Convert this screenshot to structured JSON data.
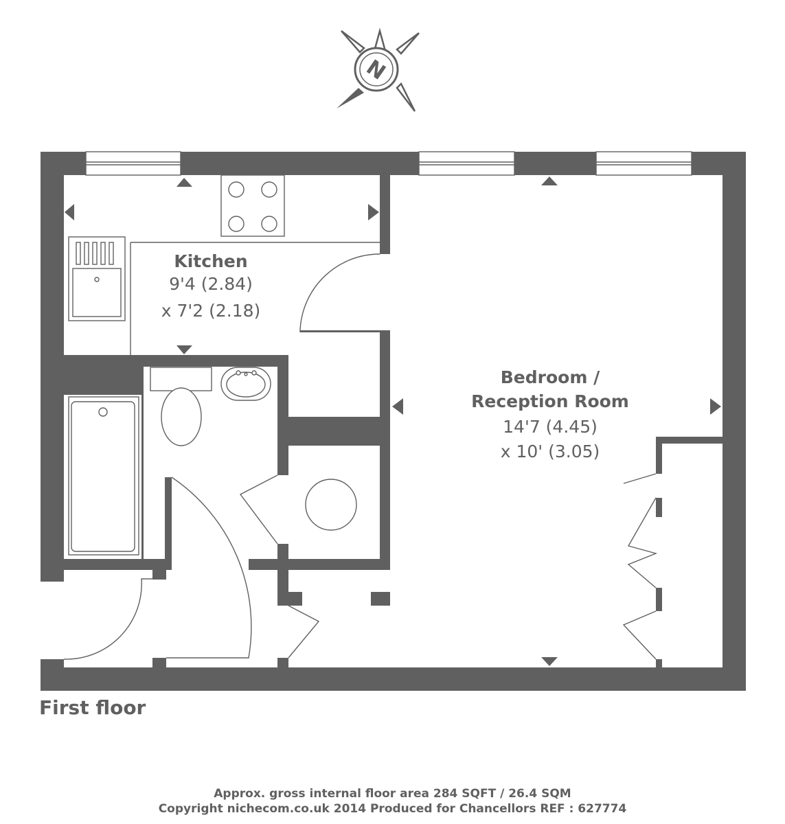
{
  "compass": {
    "letter": "N"
  },
  "rooms": {
    "kitchen": {
      "name": "Kitchen",
      "dim1": "9'4 (2.84)",
      "dim2": "x 7'2 (2.18)"
    },
    "bedroom": {
      "name1": "Bedroom /",
      "name2": "Reception Room",
      "dim1": "14'7 (4.45)",
      "dim2": "x 10' (3.05)"
    }
  },
  "floor_label": "First floor",
  "footer": {
    "line1": "Approx. gross internal floor area 284 SQFT / 26.4 SQM",
    "line2": "Copyright nichecom.co.uk 2014 Produced for Chancellors REF : 627774"
  },
  "colors": {
    "wall": "#606060",
    "background": "#ffffff"
  }
}
